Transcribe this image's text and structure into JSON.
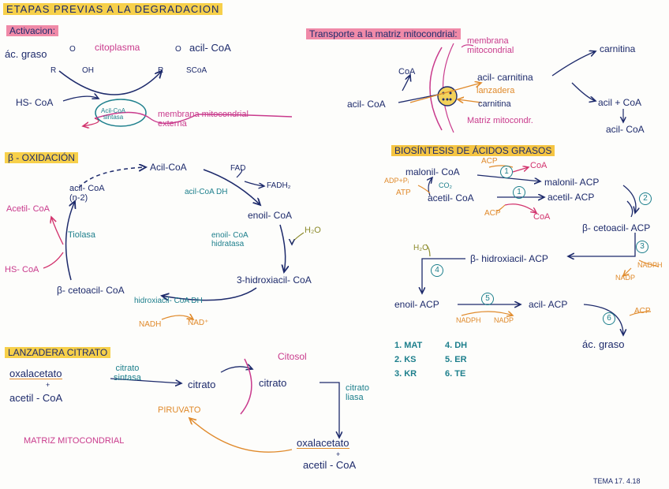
{
  "headers": {
    "etapas": "ETAPAS PREVIAS A LA DEGRADACION",
    "activacion": "Activacion:",
    "transporte": "Transporte a la matriz mitocondrial:",
    "beta": "β - OXIDACIÓN",
    "biosintesis": "BIOSÍNTESIS DE ÁCIDOS GRASOS",
    "lanzadera": "LANZADERA CITRATO"
  },
  "activacion": {
    "ac_graso": "ác. graso",
    "o1": "O",
    "r1": "R",
    "oh": "OH",
    "citoplasma": "citoplasma",
    "acil_coa": "acil- CoA",
    "o2": "O",
    "r2": "R",
    "scoa": "SCoA",
    "hs_coa": "HS- CoA",
    "enzyme": "Acil-CoA\nsintasa",
    "membrana": "membrana mitocondrial\nexterna"
  },
  "transporte": {
    "coa": "CoA",
    "acil_coa": "acil- CoA",
    "membrana_label": "membrana\nmitocondrial",
    "carnitina_top": "carnitina",
    "acil_carnitina": "acil- carnitina",
    "lanzadera": "lanzadera",
    "carnitina": "carnitina",
    "matriz": "Matriz mitocondr.",
    "acil_coa_r": "acil + CoA",
    "acil_coa_r2": "acil- CoA"
  },
  "beta": {
    "acil_coa": "Acil-CoA",
    "fad": "FAD",
    "fadh2": "FADH₂",
    "acil_coa_dh": "acil-CoA DH",
    "enoil_coa": "enoil- CoA",
    "enoil_hidratasa": "enoil- CoA\nhidratasa",
    "h2o": "H₂O",
    "hidroxiacil": "3-hidroxiacil- CoA",
    "hidroxiacil_dh": "hidroxiacil- CoA DH",
    "nadh": "NADH",
    "nad": "NAD⁺",
    "cetoacil": "β- cetoacil- CoA",
    "hs_coa": "HS- CoA",
    "acetil_coa": "Acetil- CoA",
    "tiolasa": "Tiolasa",
    "acil_coa_n2": "acil- CoA\n(n-2)"
  },
  "biosintesis": {
    "malonil_coa": "malonil- CoA",
    "acp1": "ACP",
    "coa1": "CoA",
    "malonil_acp": "malonil- ACP",
    "adp": "ADP+Pᵢ",
    "co2": "CO₂",
    "atp": "ATP",
    "acetil_coa": "acetil- CoA",
    "acetil_acp": "acetil- ACP",
    "acp2": "ACP",
    "coa2": "CoA",
    "cetoacil_acp": "β- cetoacil- ACP",
    "h2o": "H₂O",
    "hidroxiacil_acp": "β- hidroxiacil- ACP",
    "nadph": "NADPH",
    "nadp": "NADP",
    "enoil_acp": "enoil- ACP",
    "acil_acp": "acil- ACP",
    "nadph2": "NADPH",
    "nadp2": "NADP",
    "acp3": "ACP",
    "ac_graso": "ác. graso",
    "steps": [
      "1",
      "1",
      "2",
      "3",
      "4",
      "5",
      "6"
    ],
    "legend": [
      "1. MAT",
      "2. KS",
      "3. KR",
      "4. DH",
      "5. ER",
      "6. TE"
    ]
  },
  "lanzadera": {
    "oxalacetato": "oxalacetato",
    "plus1": "+",
    "acetil_coa": "acetil - CoA",
    "citrato_sintasa": "citrato\nsintasa",
    "citrato1": "citrato",
    "citrato2": "citrato",
    "citosol": "Citosol",
    "citrato_liasa": "citrato\nliasa",
    "piruvato": "PIRUVATO",
    "matriz": "MATRIZ MITOCONDRIAL",
    "oxalacetato2": "oxalacetato",
    "plus2": "+",
    "acetil_coa2": "acetil - CoA"
  },
  "footer": "TEMA 17. 4.18"
}
